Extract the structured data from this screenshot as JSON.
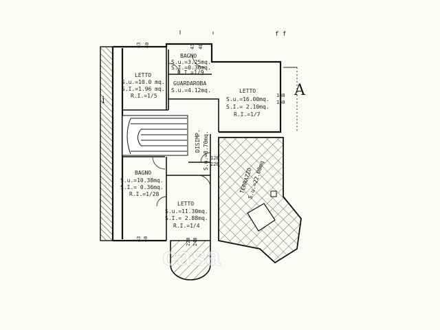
{
  "plan": {
    "section_marker": "A",
    "side_marker": "i",
    "top_ticks": "f f",
    "watermark": "casa",
    "rooms": [
      {
        "id": "letto-nw",
        "name": "LETTO",
        "su": "S.u.=10.0 mq.",
        "si": "S.I.=1.96 mq.",
        "ri": "R.I.=1/5"
      },
      {
        "id": "bagno-n",
        "name": "BAGNO",
        "su": "S.u.=3.25mq.",
        "si": "S.I.=0.36mq.",
        "ri": "R.I.=1/9"
      },
      {
        "id": "guardaroba",
        "name": "GUARDAROBA",
        "su": "S.u.=4.12mq."
      },
      {
        "id": "letto-ne",
        "name": "LETTO",
        "su": "S.u.=16.00mq.",
        "si": "S.I.= 2.10mq.",
        "ri": "R.I.=1/7"
      },
      {
        "id": "disimp",
        "name": "DISIMP.",
        "su": "S.u.=8.70mq."
      },
      {
        "id": "bagno-w",
        "name": "BAGNO",
        "su": "S.u.=10.38mq.",
        "si": "S.I.= 0.36mq.",
        "ri": "R.I.=1/28"
      },
      {
        "id": "letto-s",
        "name": "LETTO",
        "su": "S.u.=11.30mq.",
        "si": "S.I.= 2.88mq.",
        "ri": "R.I.=1/4"
      },
      {
        "id": "terrazzo",
        "name": "TERRAZZO",
        "su": "S.u.=22.00mq"
      }
    ],
    "dimensions": {
      "top_a": "43",
      "top_b": "40",
      "bagno_a": "43",
      "bagno_b": "40",
      "right_a": "148",
      "right_b": "150",
      "door_a": "128",
      "door_b": "228",
      "bottom_a": "43",
      "bottom_b": "40",
      "bottom_c": "220",
      "bottom_d": "240"
    }
  }
}
